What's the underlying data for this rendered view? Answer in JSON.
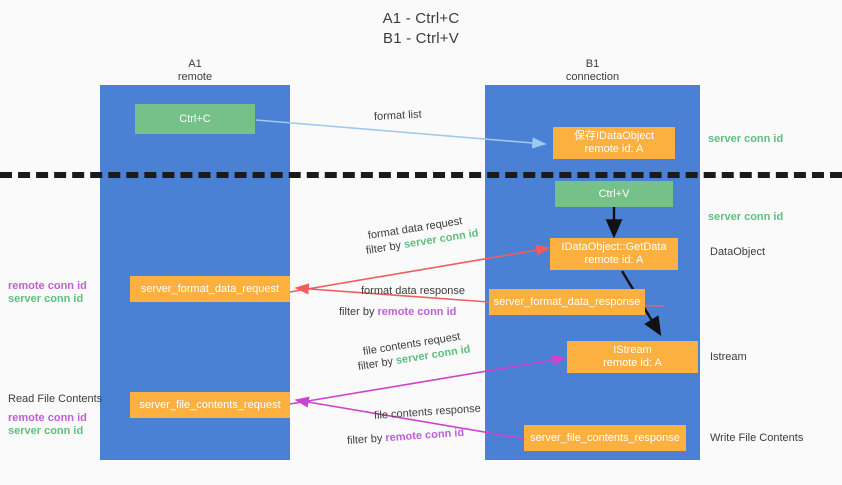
{
  "title": {
    "line1": "A1 - Ctrl+C",
    "line2": "B1 - Ctrl+V"
  },
  "columns": {
    "left": {
      "name": "A1",
      "sub": "remote"
    },
    "right": {
      "name": "B1",
      "sub": "connection"
    }
  },
  "boxes": {
    "ctrl_c": {
      "label": "Ctrl+C"
    },
    "ctrl_v": {
      "label": "Ctrl+V"
    },
    "data_object_saved": {
      "line1": "保存IDataObject",
      "line2": "remote id: A"
    },
    "get_data": {
      "line1": "IDataObject::GetData",
      "line2": "remote id: A"
    },
    "istream": {
      "line1": "IStream",
      "line2": "remote id: A"
    },
    "server_format_data_request": {
      "label": "server_format_data_request"
    },
    "server_format_data_response": {
      "label": "server_format_data_response"
    },
    "server_file_contents_request": {
      "label": "server_file_contents_request"
    },
    "server_file_contents_response": {
      "label": "server_file_contents_response"
    }
  },
  "labels": {
    "format_list": "format list",
    "server_conn_id": "server conn id",
    "remote_conn_id": "remote conn id",
    "filter_by": "filter by ",
    "format_data_request": "format data request",
    "format_data_response": "format data response",
    "file_contents_request": "file contents request",
    "file_contents_response": "file contents response",
    "data_object": "DataObject",
    "istream_side": "Istream",
    "write_file_contents": "Write File Contents",
    "read_file_contents": "Read File Contents"
  },
  "colors": {
    "column_blue": "#4a81d4",
    "box_orange": "#fbb040",
    "box_green": "#76c08a",
    "green_text": "#5fbf7f",
    "purple_text": "#c060d8",
    "arrow_red": "#ef5d5d",
    "arrow_magenta": "#cc44cc",
    "arrow_light_blue": "#9dc8ef",
    "arrow_black": "#111111",
    "background": "#fafafa"
  }
}
